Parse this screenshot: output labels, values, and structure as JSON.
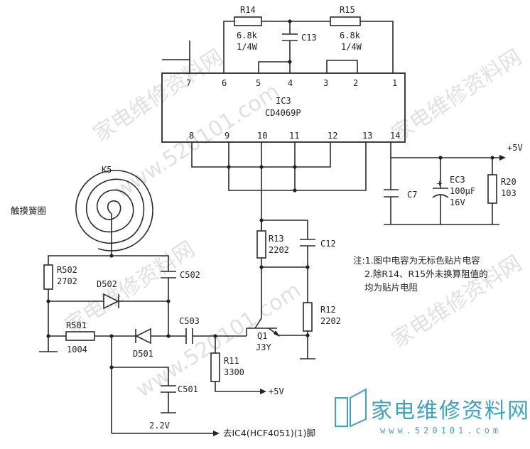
{
  "ic": {
    "ref": "IC3",
    "part": "CD4069P",
    "pins_top": [
      "7",
      "6",
      "5",
      "4",
      "3",
      "2",
      "1"
    ],
    "pins_bottom": [
      "8",
      "9",
      "10",
      "11",
      "12",
      "13",
      "14"
    ]
  },
  "components": {
    "r14": {
      "ref": "R14",
      "value": "6.8k",
      "power": "1/4W"
    },
    "r15": {
      "ref": "R15",
      "value": "6.8k",
      "power": "1/4W"
    },
    "c13": {
      "ref": "C13"
    },
    "supply": "+5V",
    "c7": {
      "ref": "C7"
    },
    "ec3": {
      "ref": "EC3",
      "value": "100μF",
      "voltage": "16V",
      "polarity": "+"
    },
    "r20": {
      "ref": "R20",
      "value": "103"
    },
    "k5": {
      "ref": "K5",
      "label": "触摸簧圈"
    },
    "r13": {
      "ref": "R13",
      "value": "2202"
    },
    "c12": {
      "ref": "C12"
    },
    "r12": {
      "ref": "R12",
      "value": "2202"
    },
    "q1": {
      "ref": "Q1",
      "part": "J3Y"
    },
    "r502": {
      "ref": "R502",
      "value": "2702"
    },
    "d502": {
      "ref": "D502"
    },
    "c502": {
      "ref": "C502"
    },
    "r501": {
      "ref": "R501",
      "value": "1004"
    },
    "d501": {
      "ref": "D501"
    },
    "c503": {
      "ref": "C503"
    },
    "r11": {
      "ref": "R11",
      "value": "3300"
    },
    "r11_supply": "+5V",
    "c501": {
      "ref": "C501"
    },
    "voltage": "2.2V",
    "output_label": "去IC4(HCF4051)(1)脚"
  },
  "notes": {
    "line1": "注:1.图中电容为无标色贴片电容",
    "line2": "2.除R14、R15外未换算阻值的",
    "line3": "均为贴片电阻"
  },
  "watermarks": [
    "家电维修资料网",
    "www.520101.com"
  ],
  "logo": {
    "text": "家电维修资料网",
    "url": "www.520101.com"
  },
  "colors": {
    "ink": "#2a2a2a",
    "logo": "#3fa3bd",
    "watermark": "#c8c8c8"
  }
}
